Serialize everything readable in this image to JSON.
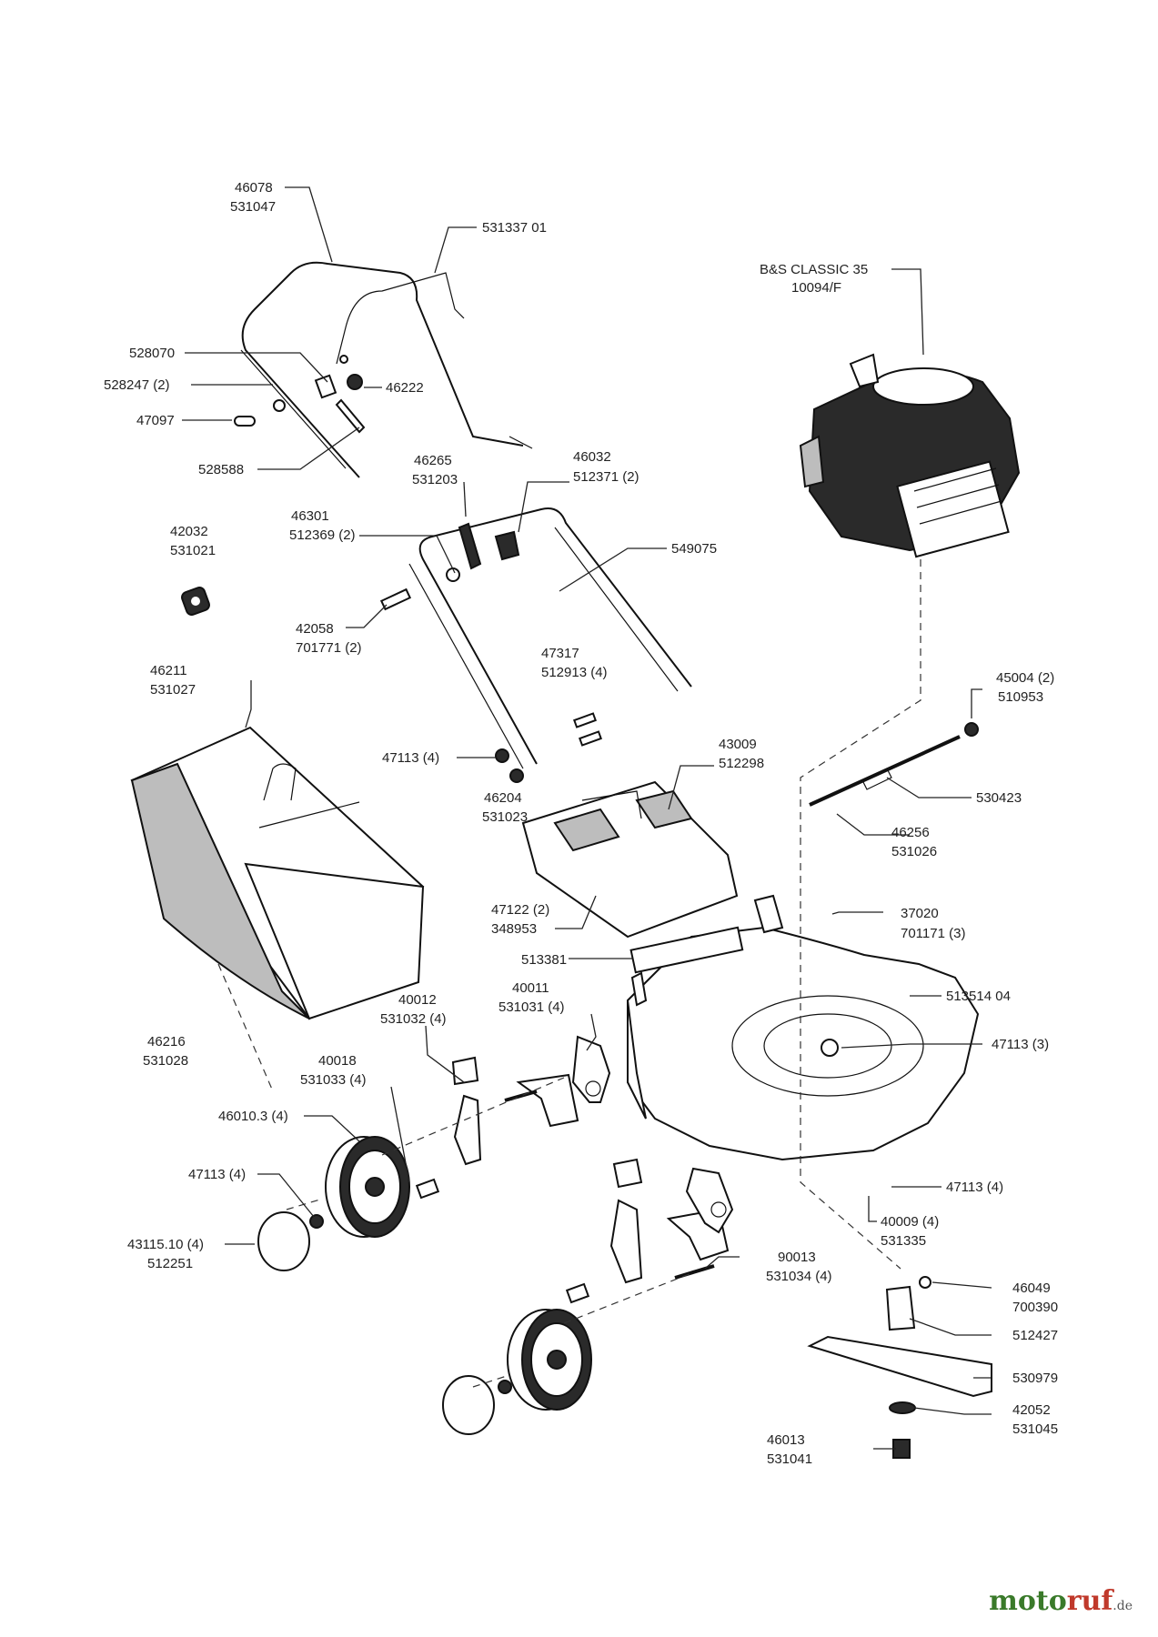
{
  "labels": {
    "l_46078": "46078",
    "l_531047": "531047",
    "l_53133701": "531337 01",
    "l_bs1": "B&S CLASSIC 35",
    "l_bs2": "10094/F",
    "l_528070": "528070",
    "l_528247": "528247 (2)",
    "l_46222": "46222",
    "l_47097": "47097",
    "l_528588": "528588",
    "l_46265": "46265",
    "l_531203": "531203",
    "l_46032": "46032",
    "l_512371": "512371 (2)",
    "l_46301": "46301",
    "l_512369": "512369 (2)",
    "l_42032": "42032",
    "l_531021": "531021",
    "l_549075": "549075",
    "l_42058": "42058",
    "l_701771": "701771 (2)",
    "l_47317": "47317",
    "l_512913": "512913 (4)",
    "l_45004": "45004 (2)",
    "l_510953": "510953",
    "l_46211": "46211",
    "l_531027": "531027",
    "l_47113a": "47113 (4)",
    "l_43009": "43009",
    "l_512298": "512298",
    "l_46204": "46204",
    "l_531023": "531023",
    "l_530423": "530423",
    "l_46256": "46256",
    "l_531026": "531026",
    "l_47122": "47122 (2)",
    "l_348953": "348953",
    "l_37020": "37020",
    "l_701171": "701171 (3)",
    "l_513381": "513381",
    "l_51351404": "513514 04",
    "l_40012": "40012",
    "l_531032": "531032 (4)",
    "l_40011": "40011",
    "l_531031": "531031 (4)",
    "l_46216": "46216",
    "l_531028": "531028",
    "l_47113b": "47113 (3)",
    "l_40018": "40018",
    "l_531033": "531033 (4)",
    "l_46010": "46010.3 (4)",
    "l_47113c": "47113 (4)",
    "l_47113d": "47113 (4)",
    "l_40009": "40009 (4)",
    "l_531335": "531335",
    "l_43115": "43115.10 (4)",
    "l_512251": "512251",
    "l_90013": "90013",
    "l_531034": "531034 (4)",
    "l_46049": "46049",
    "l_700390": "700390",
    "l_512427": "512427",
    "l_530979": "530979",
    "l_42052": "42052",
    "l_531045": "531045",
    "l_46013": "46013",
    "l_531041": "531041"
  },
  "watermark": {
    "mo": "moto",
    "ru": "ruf",
    "de": ".de"
  },
  "colors": {
    "line": "#222222",
    "watermark_green": "#3a7a2a",
    "watermark_red": "#c0392b"
  }
}
